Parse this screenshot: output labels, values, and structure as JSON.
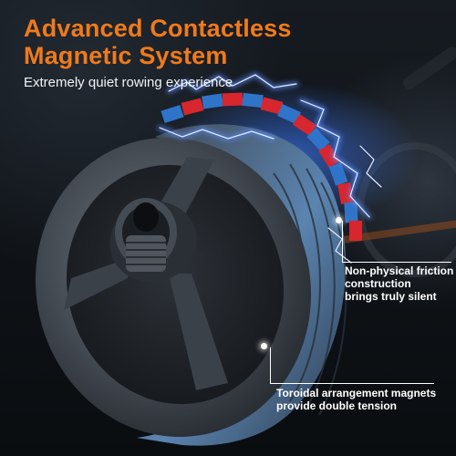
{
  "headline": {
    "line1": "Advanced Contactless",
    "line2": "Magnetic System"
  },
  "subheadline": "Extremely quiet rowing experience",
  "callouts": [
    {
      "lines": [
        "Non-physical friction",
        "construction",
        "brings truly silent"
      ]
    },
    {
      "lines": [
        "Toroidal arrangement magnets",
        "provide double tension"
      ]
    }
  ],
  "colors": {
    "headline": "#f07a1c",
    "text": "#ffffff",
    "magnet_red": "#d8262e",
    "magnet_blue": "#2f74c8",
    "spark": "#5a8cff",
    "wheel": "#4a5058"
  }
}
